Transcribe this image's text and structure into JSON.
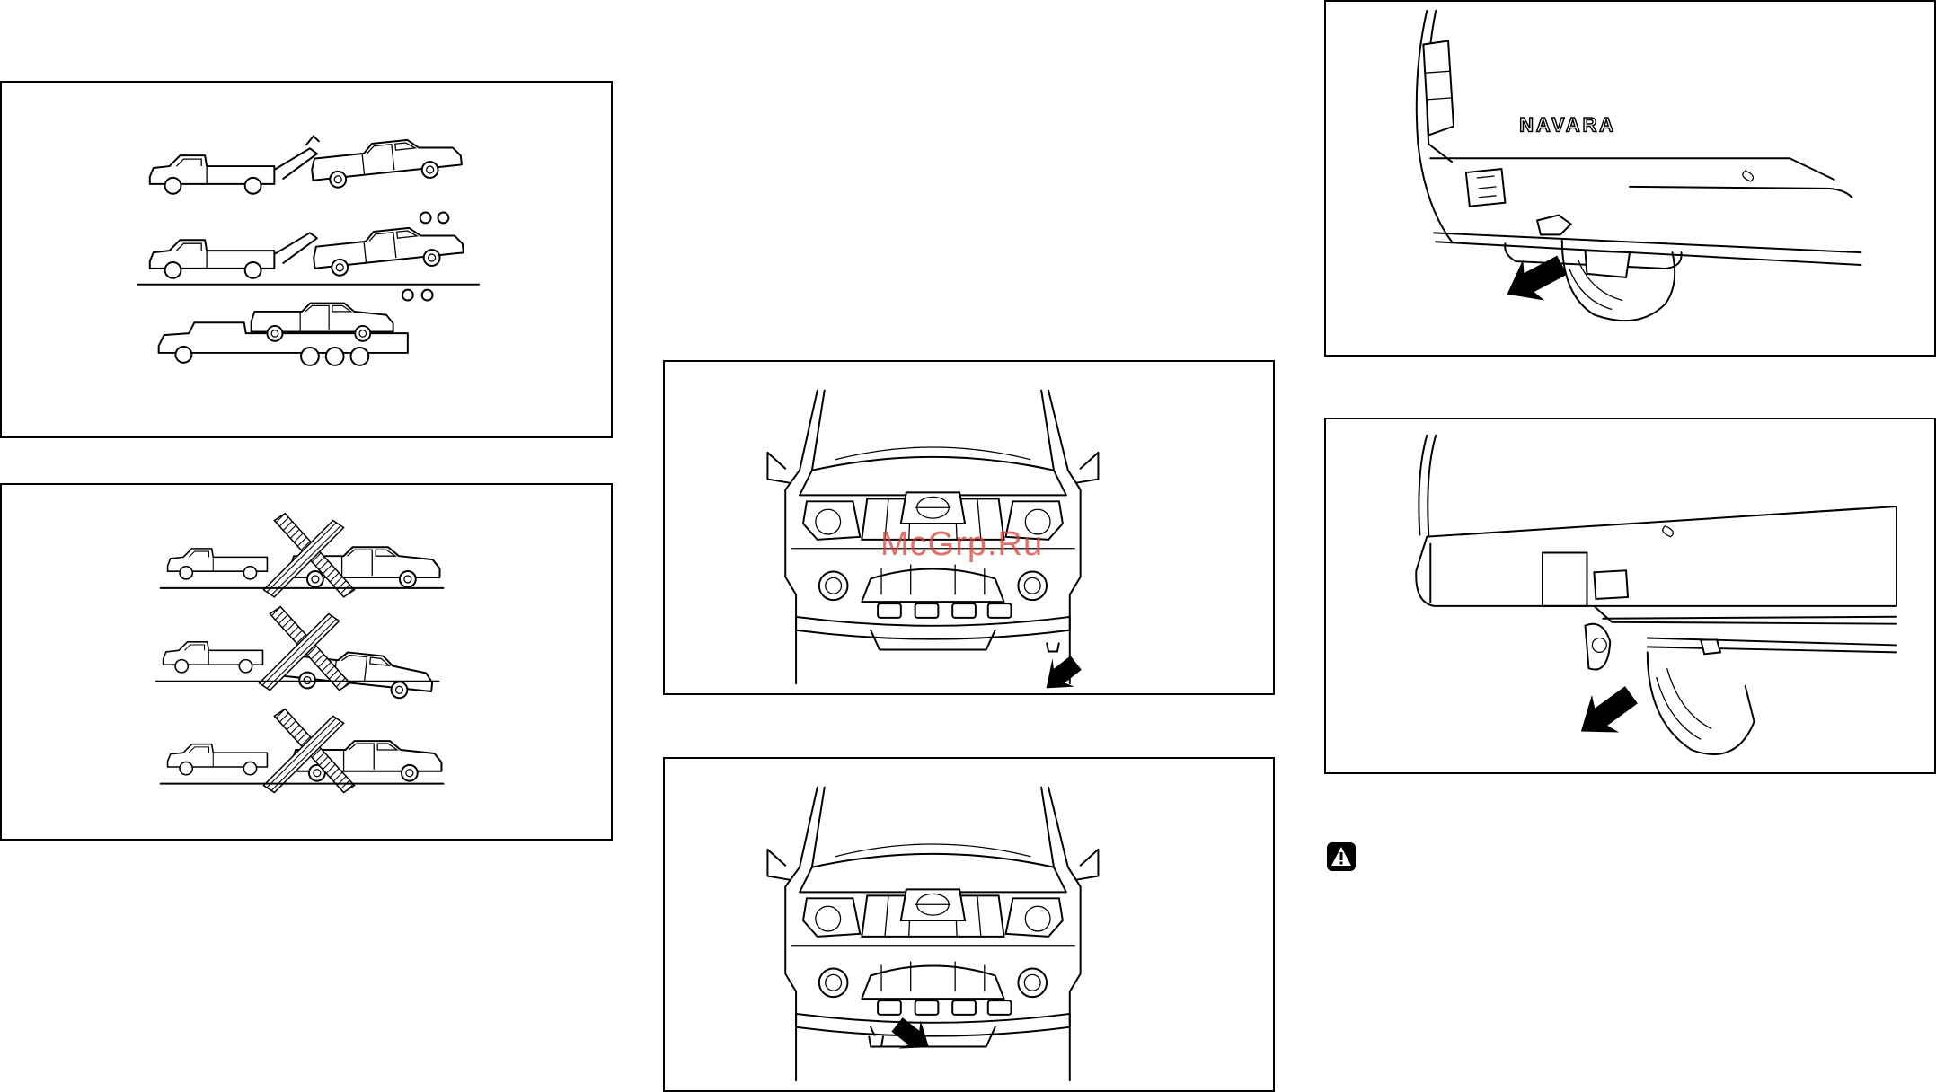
{
  "badge_text": "NAVARA",
  "watermark": "McGrp.Ru",
  "warning_icon": "warning-triangle-icon",
  "panels": [
    {
      "name": "correct-towing-methods",
      "icon": "tow-truck-illustration"
    },
    {
      "name": "incorrect-towing-methods",
      "icon": "crossed-tow-truck-illustration"
    },
    {
      "name": "front-tow-hook-right",
      "icon": "front-tow-hook-illustration"
    },
    {
      "name": "front-tow-hook-left",
      "icon": "front-tow-hook-illustration"
    },
    {
      "name": "rear-tow-hook-step-bumper",
      "icon": "rear-tow-hook-illustration"
    },
    {
      "name": "rear-tow-hook-chrome-bumper",
      "icon": "rear-tow-hook-illustration"
    }
  ]
}
